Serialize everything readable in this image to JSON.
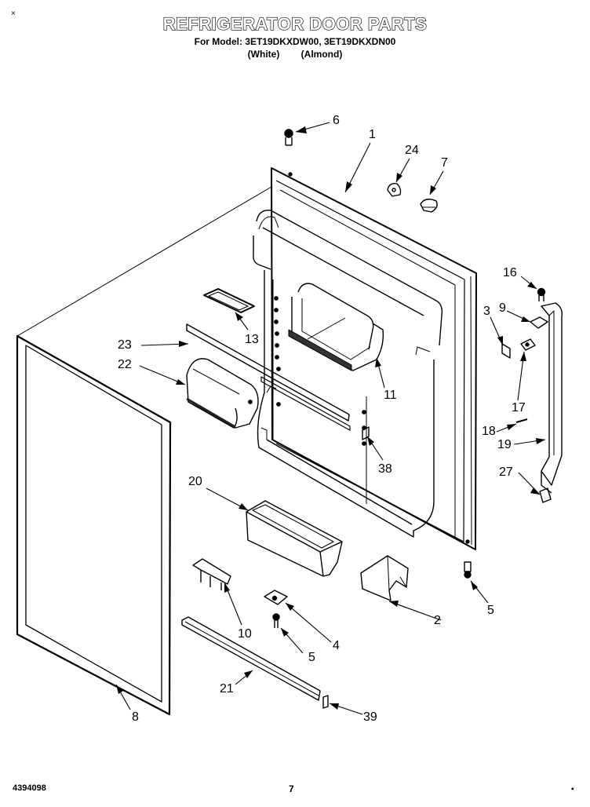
{
  "page": {
    "corner_mark_left": "×",
    "title": "REFRIGERATOR DOOR PARTS",
    "subtitle": "For Model: 3ET19DKXDW00, 3ET19DKXDN00",
    "color_white": "(White)",
    "color_almond": "(Almond)",
    "doc_number": "4394098",
    "page_number": "7",
    "corner_mark_right": "▪"
  },
  "callouts": [
    "1",
    "2",
    "3",
    "4",
    "5",
    "5",
    "6",
    "7",
    "8",
    "9",
    "10",
    "11",
    "13",
    "16",
    "17",
    "18",
    "19",
    "20",
    "21",
    "22",
    "23",
    "24",
    "27",
    "38",
    "39"
  ]
}
